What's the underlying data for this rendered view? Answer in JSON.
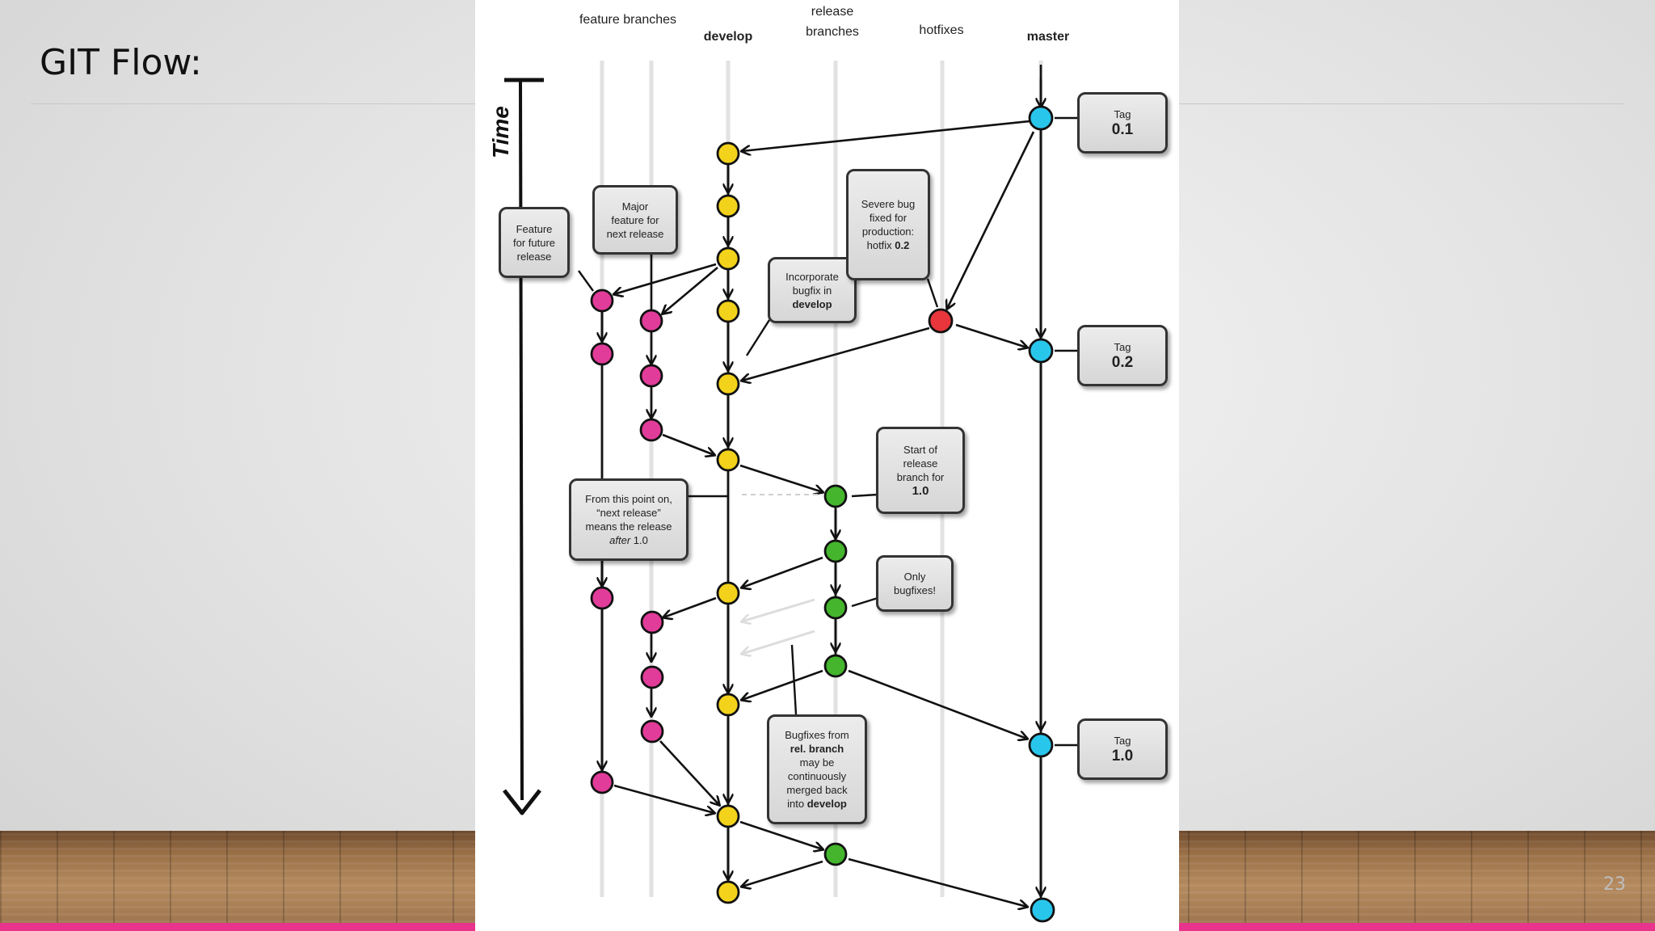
{
  "slide": {
    "title": "GIT Flow:",
    "page_number": "23"
  },
  "diagram": {
    "lanes": [
      {
        "id": "feature",
        "label": "feature branches",
        "bold": false,
        "color": "#e23c9a"
      },
      {
        "id": "develop",
        "label": "develop",
        "bold": true,
        "color": "#f2d21b"
      },
      {
        "id": "release",
        "label": "release branches",
        "bold": false,
        "color": "#44b52c"
      },
      {
        "id": "hotfixes",
        "label": "hotfixes",
        "bold": false,
        "color": "#e8363c"
      },
      {
        "id": "master",
        "label": "master",
        "bold": true,
        "color": "#29c6ec"
      }
    ],
    "time_label": "Time",
    "callouts": {
      "feature_future": [
        "Feature",
        "for future",
        "release"
      ],
      "major_feature": [
        "Major",
        "feature for",
        "next release"
      ],
      "incorporate_pre": [
        "Incorporate",
        "bugfix in"
      ],
      "incorporate_bold": "develop",
      "severe_bug": [
        "Severe bug",
        "fixed for",
        "production:"
      ],
      "severe_bug_last_pre": "hotfix ",
      "severe_bug_last_bold": "0.2",
      "start_release": [
        "Start of",
        "release",
        "branch for"
      ],
      "start_release_bold": "1.0",
      "from_point": [
        "From this point on,",
        "“next release”",
        "means the release"
      ],
      "from_point_italic": "after",
      "from_point_rest": " 1.0",
      "only_bugfixes": [
        "Only",
        "bugfixes!"
      ],
      "bugfixes_l1": "Bugfixes from",
      "bugfixes_bold1": "rel. branch",
      "bugfixes_l3": [
        "may be",
        "continuously",
        "merged back"
      ],
      "bugfixes_pre": "into ",
      "bugfixes_bold2": "develop"
    },
    "tags": [
      {
        "small": "Tag",
        "version": "0.1"
      },
      {
        "small": "Tag",
        "version": "0.2"
      },
      {
        "small": "Tag",
        "version": "1.0"
      }
    ],
    "colors": {
      "feature": "#e23c9a",
      "develop": "#f2d21b",
      "release": "#44b52c",
      "hotfix": "#e8363c",
      "master": "#29c6ec",
      "accent_strip": "#e8348c"
    }
  }
}
